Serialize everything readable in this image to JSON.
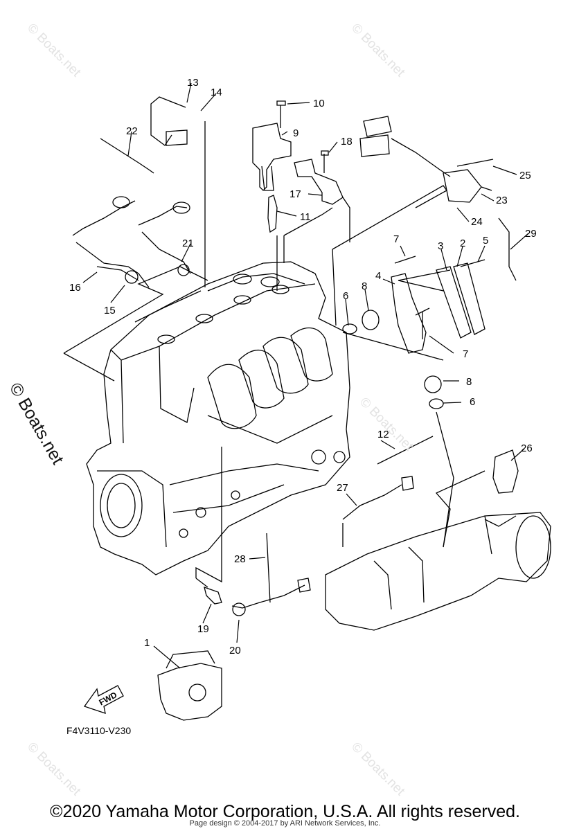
{
  "watermark": "© Boats.net",
  "side_watermark": "© Boats.net",
  "diagram_code": "F4V3110-V230",
  "fwd_label": "FWD",
  "callouts": [
    "1",
    "2",
    "3",
    "4",
    "5",
    "6",
    "6",
    "7",
    "7",
    "8",
    "8",
    "9",
    "10",
    "11",
    "12",
    "13",
    "14",
    "15",
    "16",
    "17",
    "18",
    "19",
    "20",
    "21",
    "22",
    "23",
    "24",
    "25",
    "26",
    "27",
    "28",
    "29"
  ],
  "footer": {
    "copyright": "©2020 Yamaha Motor Corporation, U.S.A. All rights reserved.",
    "page_design": "Page design © 2004-2017 by ARI Network Services, Inc."
  }
}
